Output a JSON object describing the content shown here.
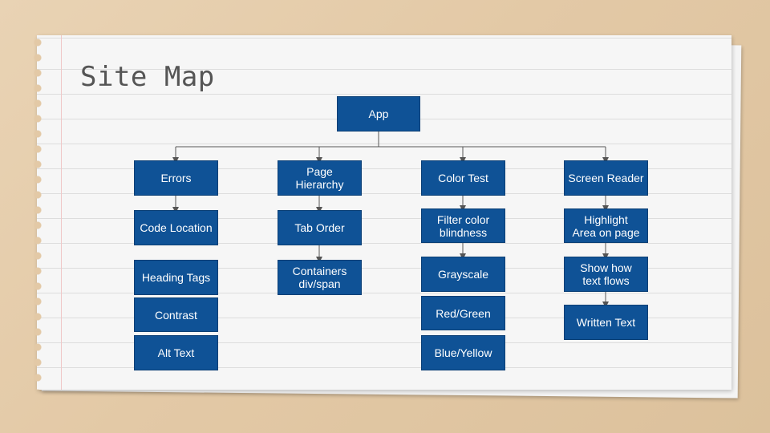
{
  "slide": {
    "title": "Site Map"
  },
  "colors": {
    "node_fill": "#0f5296",
    "node_text": "#ffffff",
    "connector": "#555555",
    "background": "#e3c9a6",
    "paper": "#f6f6f6"
  },
  "sitemap": {
    "root": "App",
    "columns": [
      {
        "header": "Errors",
        "children": [
          "Code Location",
          "Heading Tags",
          "Contrast",
          "Alt Text"
        ]
      },
      {
        "header": "Page Hierarchy",
        "children": [
          "Tab Order",
          "Containers div/span"
        ]
      },
      {
        "header": "Color Test",
        "children": [
          "Filter color blindness",
          "Grayscale",
          "Red/Green",
          "Blue/Yellow"
        ]
      },
      {
        "header": "Screen Reader",
        "children": [
          "Highlight Area on page",
          "Show how text flows",
          "Written Text"
        ]
      }
    ]
  }
}
